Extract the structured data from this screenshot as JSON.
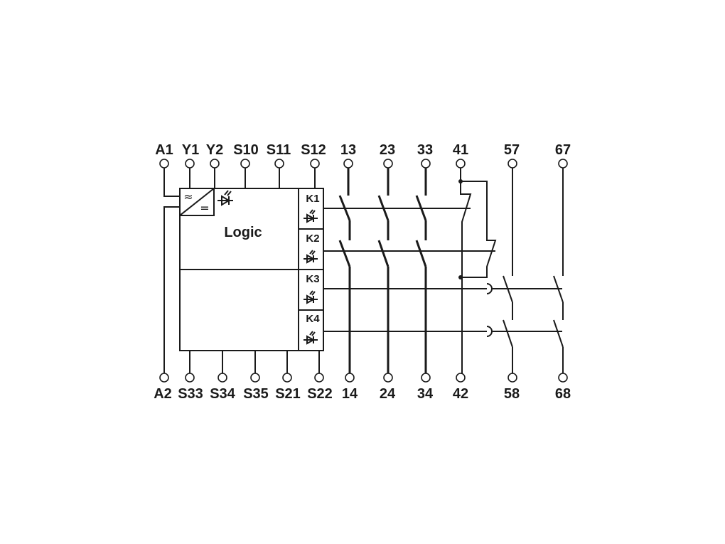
{
  "diagram": {
    "logic_label": "Logic",
    "ac_symbol": "≈",
    "dc_symbol": "=",
    "relays": [
      "K1",
      "K2",
      "K3",
      "K4"
    ],
    "top_terminals": [
      "A1",
      "Y1",
      "Y2",
      "S10",
      "S11",
      "S12",
      "13",
      "23",
      "33",
      "41",
      "57",
      "67"
    ],
    "bottom_terminals": [
      "A2",
      "S33",
      "S34",
      "S35",
      "S21",
      "S22",
      "14",
      "24",
      "34",
      "42",
      "58",
      "68"
    ]
  }
}
